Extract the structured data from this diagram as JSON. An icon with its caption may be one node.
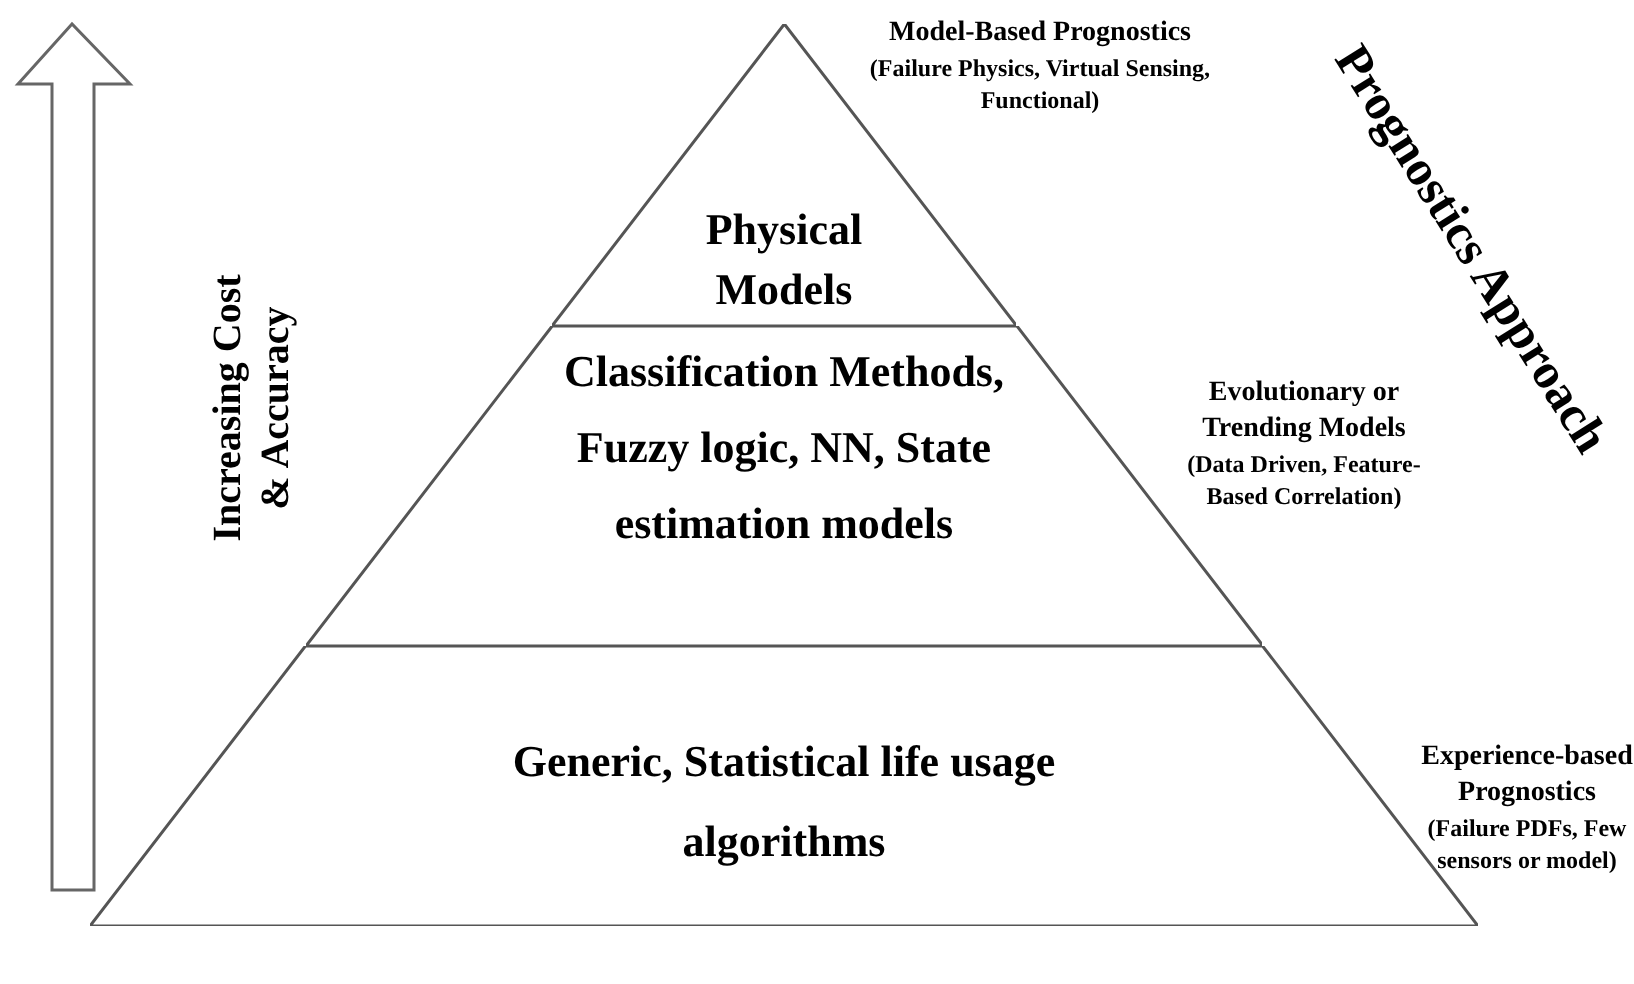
{
  "diagram": {
    "nodes": [
      {
        "text": [
          "Physical Models"
        ],
        "beside": [
          "Model-Based Prognostics",
          "(Failure Physics, Virtual Sensing, Functional)"
        ]
      },
      {
        "text": [
          "Classification Methods, Fuzzy logic, NN, State estimation models"
        ],
        "beside": [
          "Evolutionary or Trending Models",
          "(Data Driven, Feature-Based Correlation)"
        ]
      },
      {
        "text": [
          "Generic, Statistical life usage algorithms"
        ],
        "beside": [
          "Experience-based Prognostics",
          "(Failure PDFs, Few sensors or model)"
        ]
      }
    ],
    "labels": [
      "Increasing Cost & Accuracy",
      "Prognostics Approach"
    ]
  }
}
